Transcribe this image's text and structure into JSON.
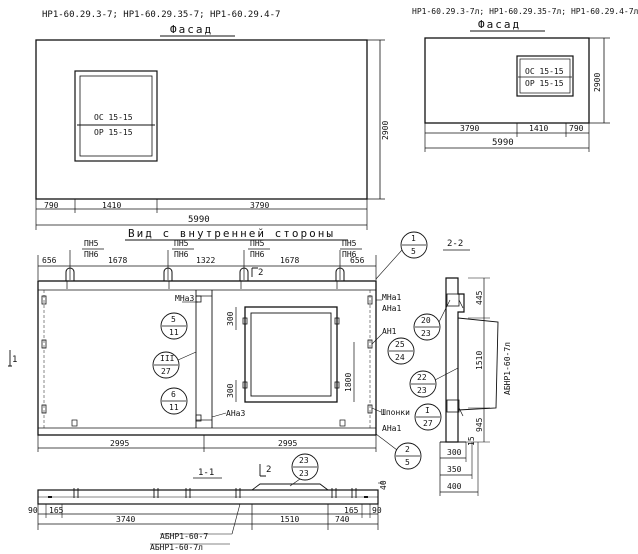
{
  "top_left": {
    "mark": "НР1-60.29.3-7; НР1-60.29.35-7; НР1-60.29.4-7",
    "title": "Фасад",
    "window_upper": "ОС 15-15",
    "window_lower": "ОР 15-15",
    "dim_h": "2900",
    "dims_bottom": [
      "790",
      "1410",
      "3790"
    ],
    "dim_total": "5990"
  },
  "top_right": {
    "mark": "НР1-60.29.3-7л; НР1-60.29.35-7л; НР1-60.29.4-7л",
    "title": "Фасад",
    "window_upper": "ОС 15-15",
    "window_lower": "ОР 15-15",
    "dim_h": "2900",
    "dims_bottom": [
      "3790",
      "1410",
      "790"
    ],
    "dim_total": "5990"
  },
  "inner": {
    "title": "Вид с внутренней стороны",
    "top_dims": [
      "656",
      "1678",
      "1322",
      "1678",
      "656"
    ],
    "loops": [
      {
        "top": "ПН5",
        "bottom": "ПН6"
      },
      {
        "top": "ПН5",
        "bottom": "ПН6"
      },
      {
        "top": "ПН5",
        "bottom": "ПН6"
      },
      {
        "top": "ПН5",
        "bottom": "ПН6"
      }
    ],
    "mark_mn": "МНа3",
    "mark_ana3": "АНа3",
    "right_marks": [
      "МНа1",
      "АНа1",
      "АН1",
      "Шпонки",
      "АНа1"
    ],
    "dim_300a": "300",
    "dim_300b": "300",
    "dim_1800": "1800",
    "bottom_dims": [
      "2995",
      "2995"
    ],
    "section_12": "2",
    "section_11": "1",
    "callouts": [
      {
        "num": "5",
        "den": "11"
      },
      {
        "num": "III",
        "den": "27"
      },
      {
        "num": "6",
        "den": "11"
      },
      {
        "num": "1",
        "den": "5"
      },
      {
        "num": "25",
        "den": "24"
      },
      {
        "num": "I",
        "den": "27"
      },
      {
        "num": "2",
        "den": "5"
      }
    ]
  },
  "section22": {
    "title": "2-2",
    "dim_445": "445",
    "dim_1510": "1510",
    "dim_945": "945",
    "dim_15": "15",
    "dims_bottom": [
      "300",
      "350",
      "400"
    ],
    "callouts": [
      {
        "num": "20",
        "den": "23"
      },
      {
        "num": "22",
        "den": "23"
      }
    ],
    "part_label": "АБНР1-60-7л"
  },
  "section11": {
    "title": "1-1",
    "cut_num": "2",
    "callout": {
      "num": "23",
      "den": "23"
    },
    "dims_bottom": [
      "90",
      "165",
      "3740",
      "1510",
      "740",
      "165",
      "90"
    ],
    "dim_40": "40",
    "part_a": "АБНР1-60-7",
    "part_b": "АБНР1-60-7л"
  }
}
